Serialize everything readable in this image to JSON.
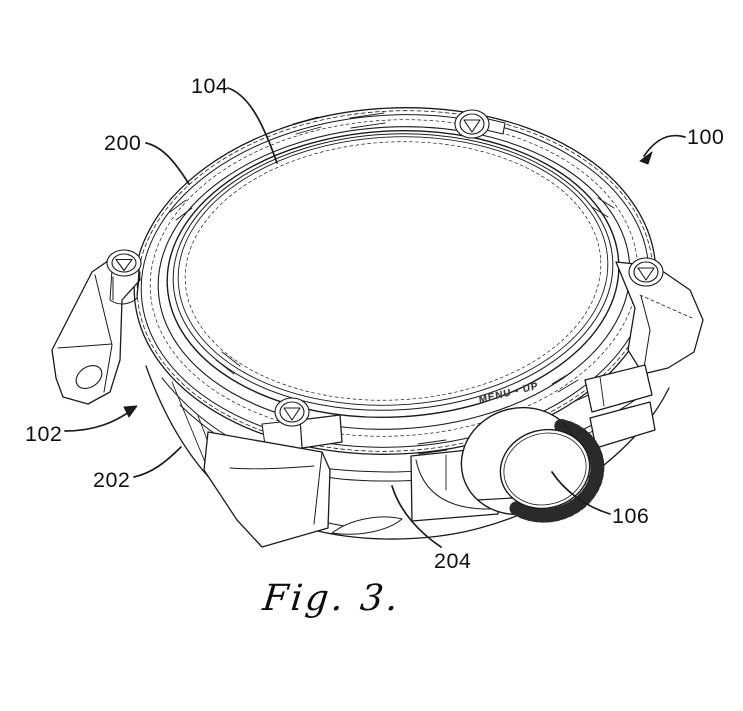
{
  "figure": {
    "caption": "Fig. 3.",
    "case_engraving": "MENU - UP",
    "reference_numerals": [
      "100",
      "102",
      "104",
      "106",
      "200",
      "202",
      "204"
    ]
  },
  "colors": {
    "ink": "#1b1b1b",
    "background": "#ffffff"
  }
}
